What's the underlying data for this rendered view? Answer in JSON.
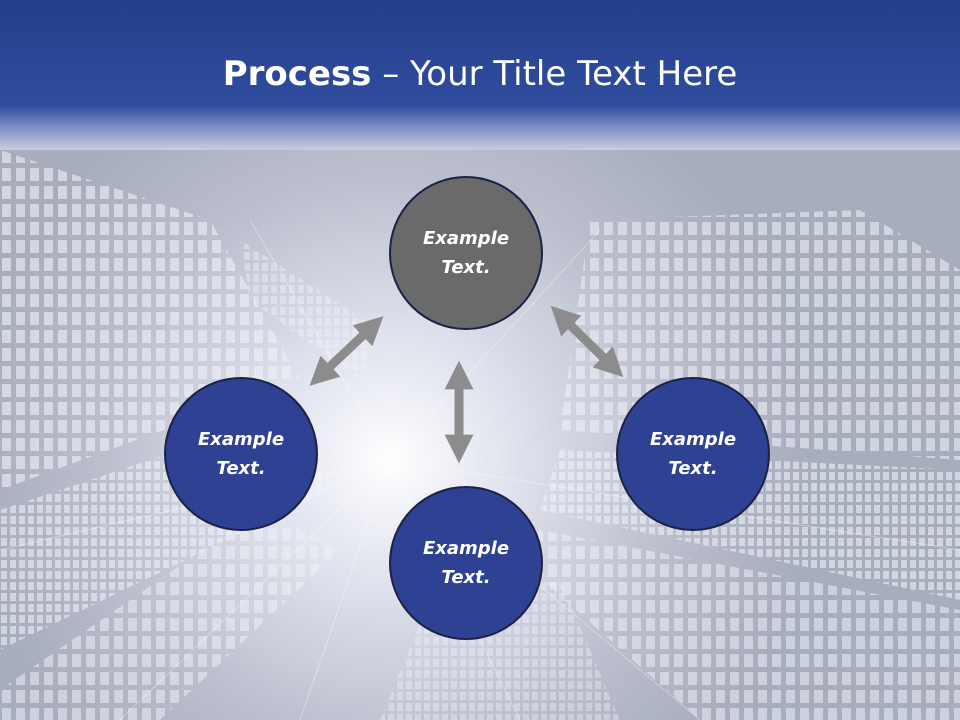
{
  "title": {
    "bold": "Process",
    "rest": " – Your Title Text Here"
  },
  "nodes": {
    "top": {
      "line1": "Example",
      "line2": "Text."
    },
    "left": {
      "line1": "Example",
      "line2": "Text."
    },
    "right": {
      "line1": "Example",
      "line2": "Text."
    },
    "bottom": {
      "line1": "Example",
      "line2": "Text."
    }
  },
  "colors": {
    "header": "#2f4c9e",
    "node_gray": "#6a6a6a",
    "node_blue": "#2e4192",
    "arrow": "#8c8c8c"
  }
}
